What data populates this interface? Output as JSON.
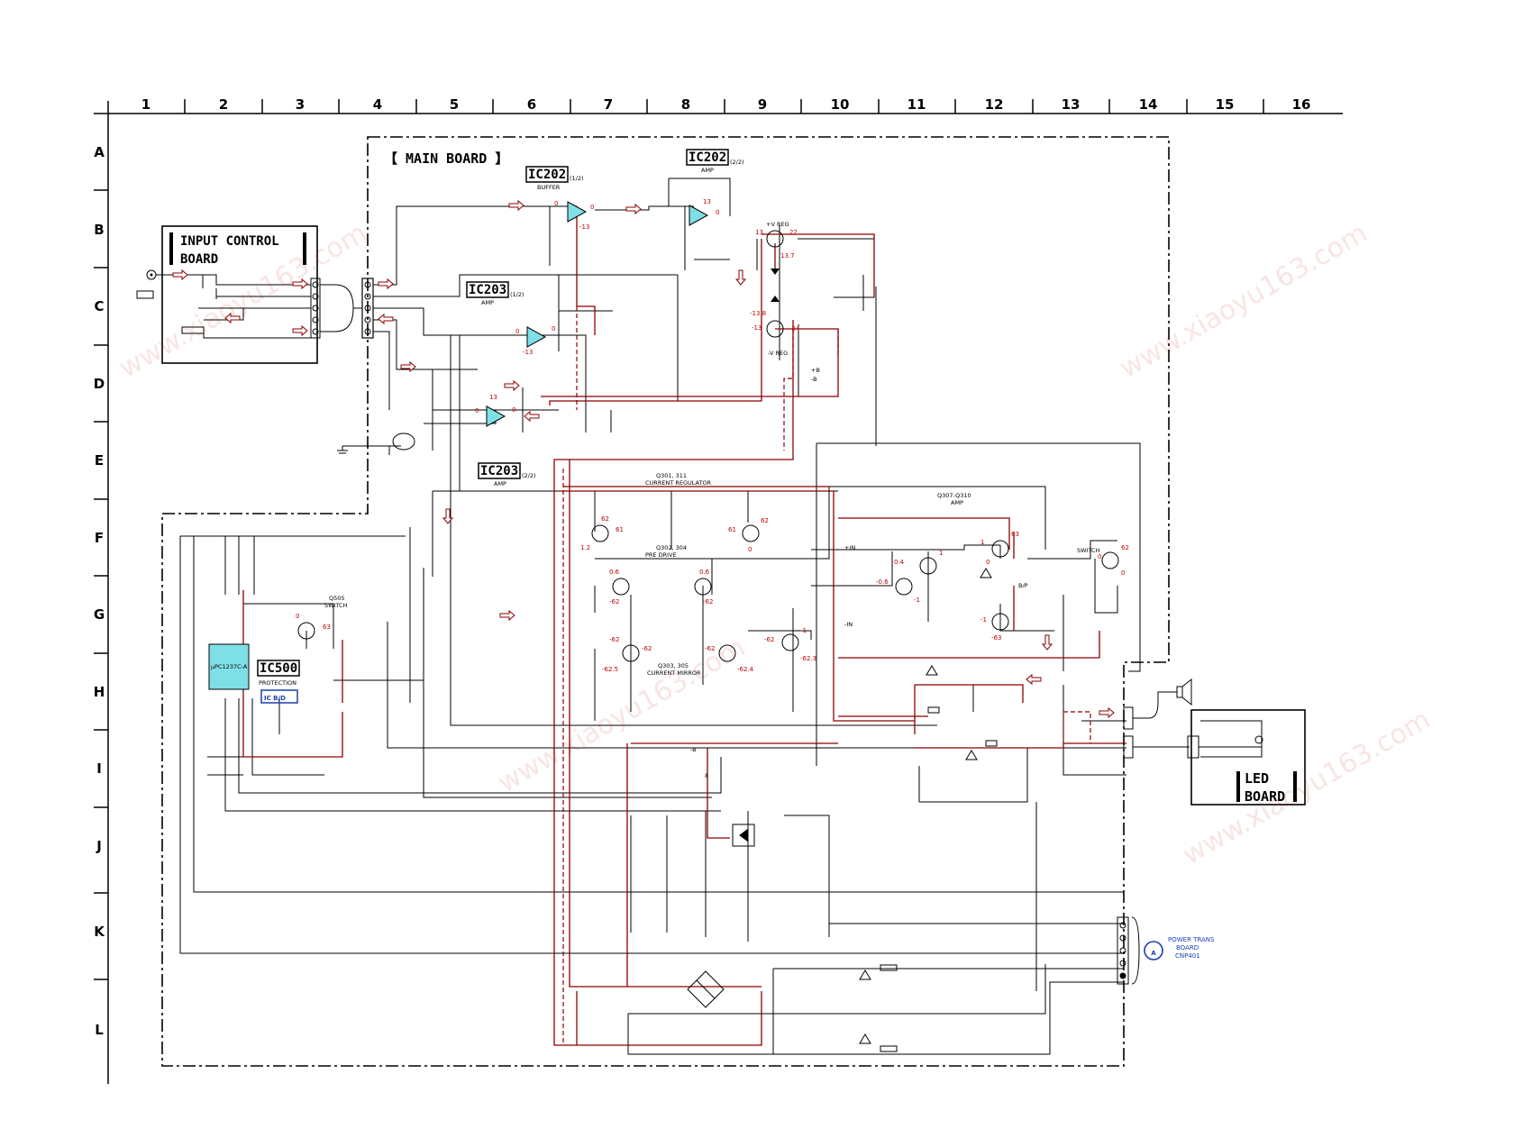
{
  "columns": [
    "1",
    "2",
    "3",
    "4",
    "5",
    "6",
    "7",
    "8",
    "9",
    "10",
    "11",
    "12",
    "13",
    "14",
    "15",
    "16"
  ],
  "rows": [
    "A",
    "B",
    "C",
    "D",
    "E",
    "F",
    "G",
    "H",
    "I",
    "J",
    "K",
    "L"
  ],
  "boards": {
    "main": "【 MAIN  BOARD 】",
    "input_control_1": "INPUT  CONTROL",
    "input_control_2": "BOARD",
    "led_1": "LED",
    "led_2": "BOARD",
    "power_trans_1": "POWER TRANS",
    "power_trans_2": "BOARD",
    "power_trans_3": "CNP401",
    "power_trans_marker": "A"
  },
  "ics": {
    "ic202_a": {
      "name": "IC202",
      "part": "(1/2)",
      "func": "BUFFER"
    },
    "ic202_b": {
      "name": "IC202",
      "part": "(2/2)",
      "func": "AMP"
    },
    "ic203_a": {
      "name": "IC203",
      "part": "(1/2)",
      "func": "AMP"
    },
    "ic203_b": {
      "name": "IC203",
      "part": "(2/2)",
      "func": "AMP"
    },
    "ic500": {
      "name": "IC500",
      "func": "PROTECTION",
      "part_no": "μPC1237C-A",
      "badge": "IC B/D"
    }
  },
  "transistor_labels": {
    "vreg_pos": "+V REG",
    "vreg_neg": "-V REG",
    "q505_1": "Q505",
    "q505_2": "SWITCH",
    "q301_1": "Q301, 311",
    "q301_2": "CURRENT REGULATOR",
    "q302_1": "Q302, 304",
    "q302_2": "PRE DRIVE",
    "q303_1": "Q303, 305",
    "q303_2": "CURRENT MIRROR",
    "q307_1": "Q307-Q310",
    "q307_2": "AMP",
    "switch": "SWITCH"
  },
  "voltages": {
    "b_p0": "0",
    "b_p0b": "0",
    "b_m13": "-13",
    "b2_p13": "13",
    "b2_p0": "0",
    "reg_13": "13",
    "reg_22": "22",
    "reg_137": "13.7",
    "reg_m138": "-13.8",
    "reg_m13": "-13",
    "reg_m24": "-24",
    "c_0a": "0",
    "c_0b": "0",
    "c_m13": "-13",
    "d_13": "13",
    "d_0a": "0",
    "d_0b": "0",
    "f_62a": "62",
    "f_61a": "61",
    "f_61b": "61",
    "f_62b": "62",
    "f_12": "1.2",
    "f_0": "0",
    "g_06a": "0.6",
    "g_m62a": "-62",
    "g_06b": "0.6",
    "g_m62b": "-62",
    "g_m62c": "-62",
    "g_m62d": "-62",
    "g_m625": "-62.5",
    "g_m62e": "-62",
    "g_m624": "-62.4",
    "g_m62f": "-62",
    "g_m623": "-62.3",
    "g_m1": "-1",
    "r_04": "0.4",
    "r_1": "1",
    "r_m06": "-0.6",
    "r_m1": "-1",
    "o_1": "1",
    "o_63": "63",
    "o_0": "0",
    "o_m1": "-1",
    "o_m63": "-63",
    "sw_62": "62",
    "sw_0": "0",
    "sw_0b": "0",
    "q505_0": "0",
    "q505_63": "63"
  },
  "connector_tags": {
    "plus_b": "+B",
    "minus_b": "-B",
    "plus_in": "+IN",
    "minus_in": "-IN",
    "bp": "B/P",
    "ref_8": "8"
  },
  "colors": {
    "wire": "#000000",
    "signal_path": "#8b0000",
    "voltage_text": "#c00000",
    "ic_fill": "#7fdfe6",
    "board_badge": "#1a3fb0"
  }
}
